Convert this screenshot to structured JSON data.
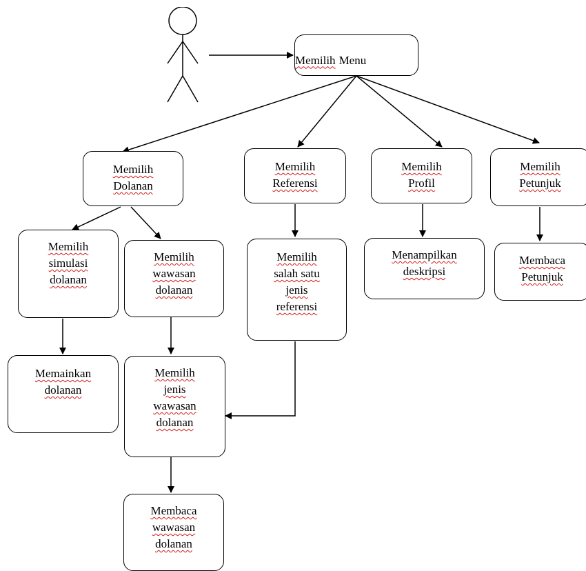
{
  "actor": {
    "icon": "stick-figure-actor-icon"
  },
  "nodes": {
    "menu": {
      "lines": [
        "Memilih",
        "Menu"
      ]
    },
    "dolanan": {
      "lines": [
        "Memilih",
        "Dolanan"
      ]
    },
    "referensi": {
      "lines": [
        "Memilih",
        "Referensi"
      ]
    },
    "profil": {
      "lines": [
        "Memilih",
        "Profil"
      ]
    },
    "petunjuk": {
      "lines": [
        "Memilih",
        "Petunjuk"
      ]
    },
    "simulasi": {
      "lines": [
        "Memilih",
        "simulasi",
        "dolanan"
      ]
    },
    "wawasan": {
      "lines": [
        "Memilih",
        "wawasan",
        "dolanan"
      ]
    },
    "salah_satu": {
      "lines": [
        "Memilih",
        "salah satu",
        "jenis",
        "referensi"
      ]
    },
    "deskripsi": {
      "lines": [
        "Menampilkan",
        "deskripsi"
      ]
    },
    "baca_petunjuk": {
      "lines": [
        "Membaca",
        "Petunjuk"
      ]
    },
    "memainkan": {
      "lines": [
        "Memainkan",
        "dolanan"
      ]
    },
    "jenis_wawasan": {
      "lines": [
        "Memilih",
        "jenis",
        "wawasan",
        "dolanan"
      ]
    },
    "baca_wawasan": {
      "lines": [
        "Membaca",
        "wawasan",
        "dolanan"
      ]
    }
  }
}
